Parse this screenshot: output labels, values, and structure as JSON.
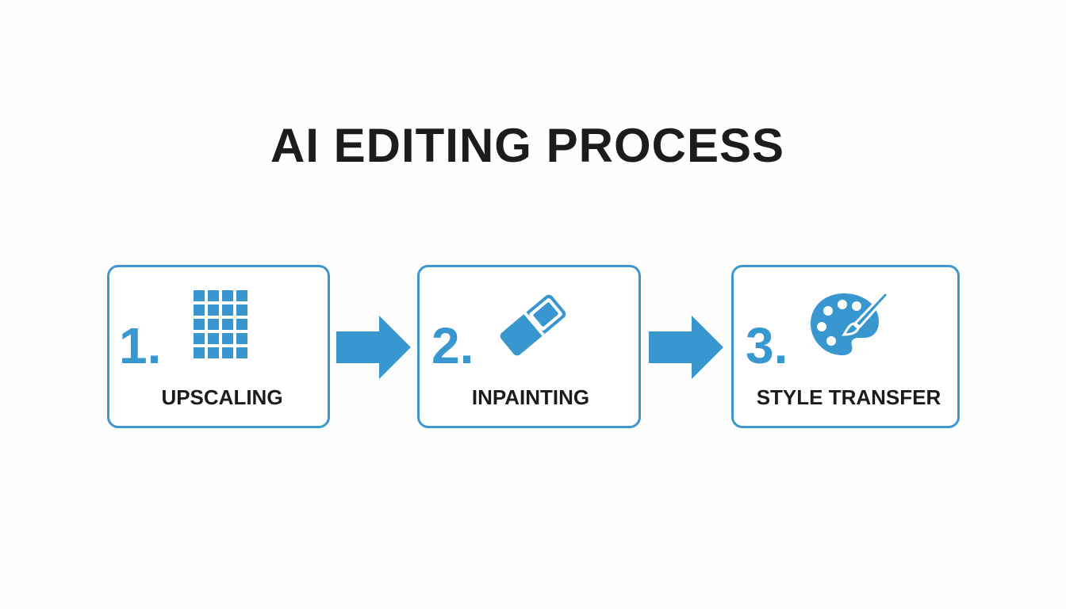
{
  "title": "AI EDITING PROCESS",
  "colors": {
    "accent": "#3897cf",
    "text": "#1c1c1c",
    "background": "#fefefe"
  },
  "steps": [
    {
      "number": "1.",
      "label": "UPSCALING",
      "icon": "pixel-grid-icon"
    },
    {
      "number": "2.",
      "label": "INPAINTING",
      "icon": "eraser-icon"
    },
    {
      "number": "3.",
      "label": "STYLE TRANSFER",
      "icon": "palette-brush-icon"
    }
  ]
}
